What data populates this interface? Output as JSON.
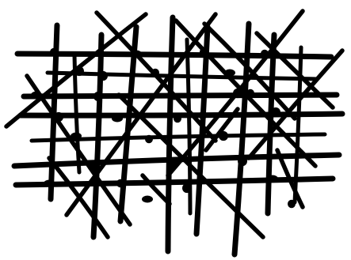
{
  "drawing": {
    "ink_color": "#000000",
    "paper_color": "#ffffff",
    "horizontal_lines": 7,
    "vertical_lines": 10,
    "diagonal_lines": 14,
    "knots": 30
  }
}
